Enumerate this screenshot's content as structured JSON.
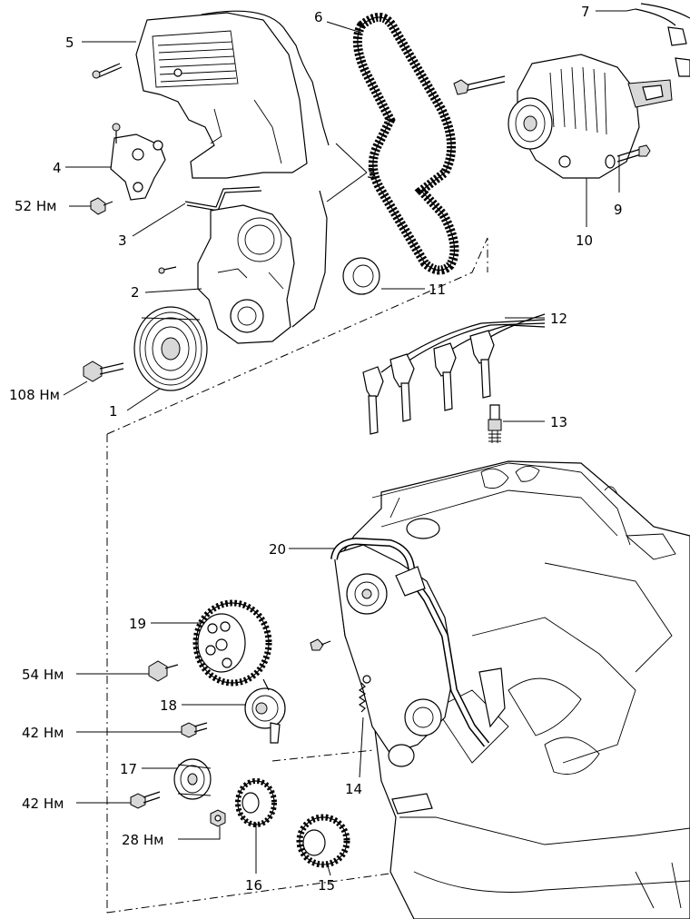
{
  "labels": {
    "l1": "1",
    "l2": "2",
    "l3a": "3",
    "l3b": "3",
    "l4": "4",
    "l5": "5",
    "l6": "6",
    "l7": "7",
    "l9": "9",
    "l10": "10",
    "l11": "11",
    "l12": "12",
    "l13": "13",
    "l14": "14",
    "l15": "15",
    "l16": "16",
    "l17": "17",
    "l18": "18",
    "l19": "19",
    "l20": "20"
  },
  "torques": {
    "t52": "52 Нм",
    "t108": "108 Нм",
    "t54": "54 Нм",
    "t42a": "42 Нм",
    "t42b": "42 Нм",
    "t28": "28 Нм"
  }
}
